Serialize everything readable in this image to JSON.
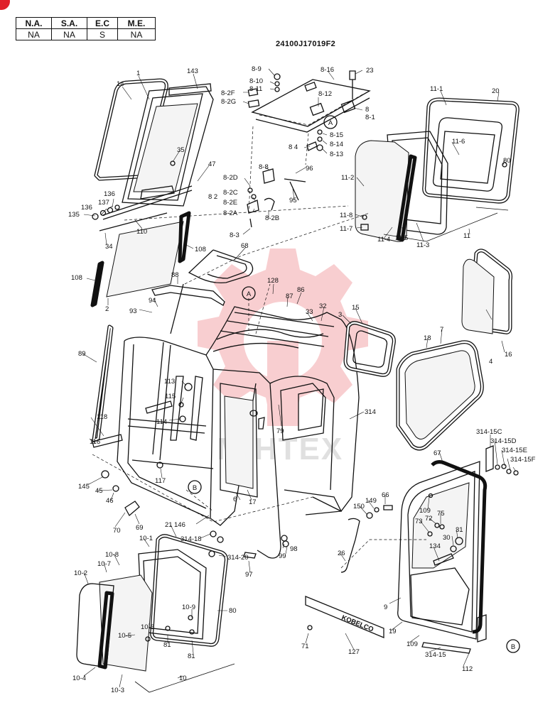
{
  "codes_table": {
    "headers": [
      "N.A.",
      "S.A.",
      "E.C",
      "M.E."
    ],
    "values": [
      "NA",
      "NA",
      "S",
      "NA"
    ]
  },
  "document_number": "24100J17019F2",
  "watermark_text": "MIHTEX",
  "brand_plate_text": "KOBELCO",
  "callouts": {
    "detail_a": "A",
    "detail_b": "B"
  },
  "labels": {
    "p1": "1",
    "p14": "14",
    "p143": "143",
    "p35": "35",
    "p47": "47",
    "p136a": "136",
    "p137": "137",
    "p136b": "136",
    "p135": "135",
    "p110": "110",
    "p34": "34",
    "p108a": "108",
    "p108b": "108",
    "p2": "2",
    "p68": "68",
    "p88": "88",
    "p94": "94",
    "p93": "93",
    "p89": "89",
    "p113": "113",
    "p115": "115",
    "p114": "114",
    "p118": "118",
    "p116": "116",
    "p145": "145",
    "p45": "45",
    "p46": "46",
    "p117": "117",
    "p70": "70",
    "p69": "69",
    "p146": "146",
    "p6": "6",
    "p17": "17",
    "p8_9": "8-9",
    "p8_10": "8-10",
    "p8_11": "8-11",
    "p8_2f": "8-2F",
    "p8_2g": "8-2G",
    "p8_16": "8-16",
    "p23": "23",
    "p8_12": "8-12",
    "p8": "8",
    "p8_1": "8-1",
    "p8_15": "8-15",
    "p8_14": "8-14",
    "p8_4": "8 4",
    "p8_13": "8-13",
    "p8_8": "8-8",
    "p96": "96",
    "p8_2d": "8-2D",
    "p8_2c": "8-2C",
    "p8_2": "8 2",
    "p8_2e": "8-2E",
    "p8_2a": "8-2A",
    "p8_2b": "8-2B",
    "p95": "95",
    "p8_3": "8-3",
    "p128": "128",
    "p87": "87",
    "p86": "86",
    "p33": "33",
    "p32": "32",
    "p3": "3",
    "p15": "15",
    "p79": "79",
    "p314": "314",
    "p11_1": "11-1",
    "p20": "20",
    "p11_6": "11-6",
    "p80a": "80",
    "p11_2": "11-2",
    "p11_8": "11-8",
    "p11_7": "11-7",
    "p11_4": "11-4",
    "p11_5": "11-5",
    "p11_3": "11-3",
    "p11": "11",
    "p4": "4",
    "p16": "16",
    "p18": "18",
    "p7": "7",
    "p314_15c": "314-15C",
    "p314_15d": "314-15D",
    "p314_15e": "314-15E",
    "p314_15f": "314-15F",
    "p67": "67",
    "p109a": "109",
    "p72": "72",
    "p75": "75",
    "p73": "73",
    "p31": "31",
    "p30": "30",
    "p134": "134",
    "p150": "150",
    "p149": "149",
    "p66": "66",
    "p26": "26",
    "p9": "9",
    "p19": "19",
    "p109b": "109",
    "p314_15": "314-15",
    "p112": "112",
    "p127": "127",
    "p71": "71",
    "p21": "21",
    "p314_18": "314-18",
    "p10_1": "10-1",
    "p10_8": "10-8",
    "p314_20": "314-20",
    "p99": "99",
    "p98": "98",
    "p97": "97",
    "p10_7": "10-7",
    "p10_2": "10-2",
    "p10_9": "10-9",
    "p80b": "80",
    "p10_6": "10-6",
    "p10_5": "10-5",
    "p81a": "81",
    "p81b": "81",
    "p10_4": "10-4",
    "p10_3": "10-3",
    "p10": "10"
  }
}
